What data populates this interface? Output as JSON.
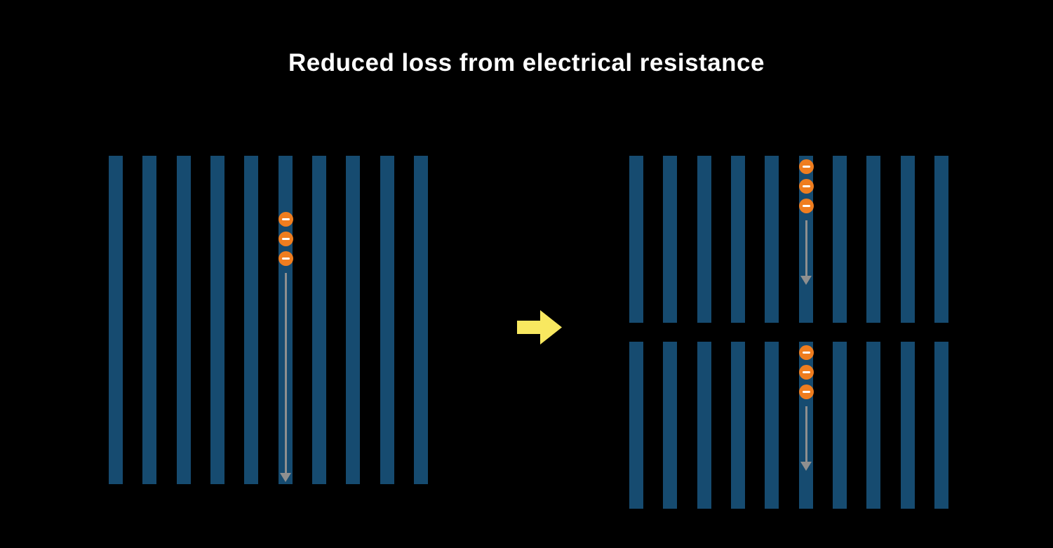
{
  "title": "Reduced loss from electrical resistance",
  "colors": {
    "background": "#000000",
    "bar": "#164b70",
    "electron": "#ef7d1f",
    "electron_symbol": "#ffffff",
    "flow_arrow": "#8f8f8f",
    "transition_arrow": "#f8e860"
  },
  "panels": {
    "full_cell": {
      "bar_count": 10,
      "electron_count": 3
    },
    "half_cell_top": {
      "bar_count": 10,
      "electron_count": 3
    },
    "half_cell_bottom": {
      "bar_count": 10,
      "electron_count": 3
    }
  },
  "icons": {
    "electron": "minus-circle",
    "current_flow": "arrow-down",
    "transition": "arrow-right"
  }
}
